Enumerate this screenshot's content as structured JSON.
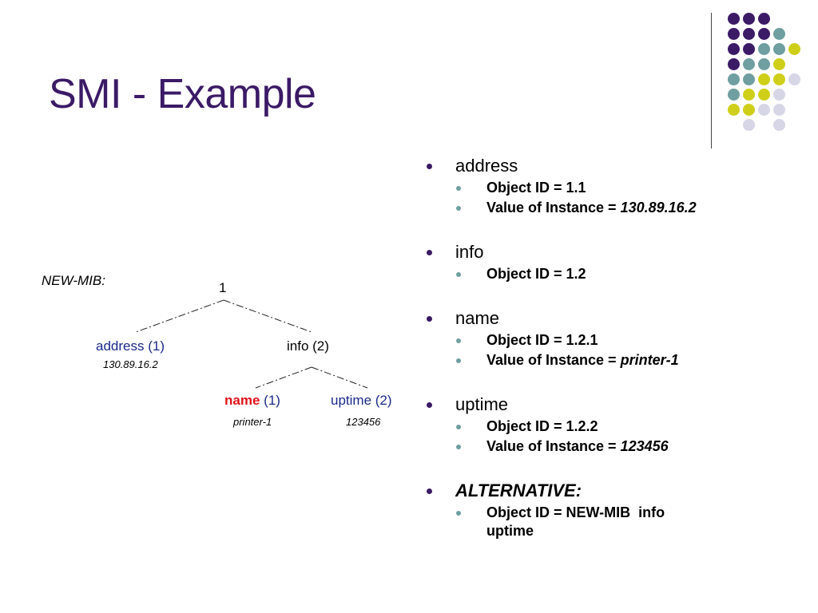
{
  "slide": {
    "title": "SMI - Example"
  },
  "colors": {
    "title": "#3b1a66",
    "dot_purple": "#3b1a66",
    "dot_teal": "#6f9fa0",
    "dot_yellow": "#cfcf1a",
    "dot_lavender": "#d6d6e6",
    "tree_blue": "#1a2a8a",
    "tree_red": "#e0141c"
  },
  "tree": {
    "mib_label": "NEW-MIB:",
    "root": "1",
    "address_label": "address (1)",
    "address_value": "130.89.16.2",
    "info_label": "info (2)",
    "name_word": "name",
    "name_index": "(1)",
    "name_value": "printer-1",
    "uptime_label": "uptime (2)",
    "uptime_value": "123456"
  },
  "bullets": [
    {
      "heading": "address",
      "items": [
        {
          "text": "Object ID = 1.1",
          "value": ""
        },
        {
          "text": "Value of Instance = ",
          "value": "130.89.16.2"
        }
      ]
    },
    {
      "heading": "info",
      "items": [
        {
          "text": "Object ID = 1.2",
          "value": ""
        }
      ]
    },
    {
      "heading": "name",
      "items": [
        {
          "text": "Object ID = 1.2.1",
          "value": ""
        },
        {
          "text": "Value of Instance = ",
          "value": "printer-1"
        }
      ]
    },
    {
      "heading": "uptime",
      "items": [
        {
          "text": "Object ID = 1.2.2",
          "value": ""
        },
        {
          "text": "Value of Instance = ",
          "value": "123456"
        }
      ]
    },
    {
      "heading": "ALTERNATIVE:",
      "items": [
        {
          "text": "Object ID = NEW-MIB  info",
          "value": ""
        },
        {
          "text": "uptime",
          "value": ""
        }
      ]
    }
  ]
}
